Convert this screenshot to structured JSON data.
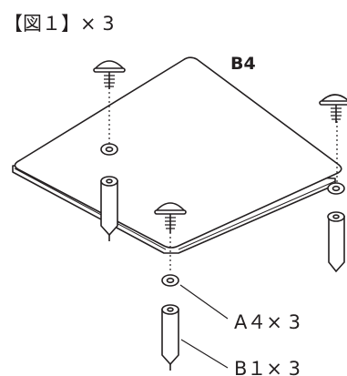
{
  "figure": {
    "caption": "【図１】× 3",
    "board_label": "B4",
    "callouts": {
      "washer": "A４× 3",
      "leg": "B１× 3"
    }
  },
  "colors": {
    "line": "#231f20",
    "fill": "#ffffff"
  }
}
